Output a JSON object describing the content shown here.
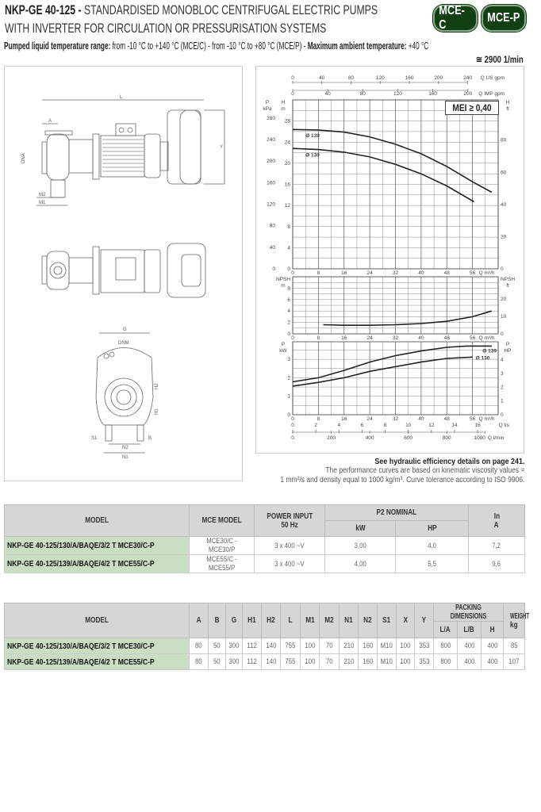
{
  "header": {
    "model_code": "NKP-GE 40-125 -",
    "title_line1": "STANDARDISED MONOBLOC CENTRIFUGAL ELECTRIC PUMPS",
    "title_line2": "WITH INVERTER FOR CIRCULATION OR PRESSURISATION SYSTEMS",
    "temp_label": "Pumped liquid temperature range:",
    "temp_text": "from -10 °C to +140 °C (MCE/C) - from -10 °C to +80 °C (MCE/P) -",
    "ambient_label": "Maximum ambient temperature:",
    "ambient_value": "+40 °C",
    "speed": "≅ 2900 1/min",
    "badges": [
      "MCE-C",
      "MCE-P"
    ],
    "badge_color": "#124012"
  },
  "drawing": {
    "labels": {
      "L": "L",
      "A": "A",
      "DNA": "DNA",
      "M2": "M2",
      "M1": "M1",
      "Y": "Y",
      "G": "G",
      "DNM": "DNM",
      "H2": "H2",
      "H1": "H1",
      "S1": "S1",
      "N2": "N2",
      "N1": "N1",
      "B": "B"
    }
  },
  "mei": "MEI ≥ 0,40",
  "notes": {
    "efficiency": "See hydraulic efficiency details on page 241.",
    "line1": "The performance curves are based on kinematic viscosity values =",
    "line2": "1 mm²/s and density equal to 1000 kg/m³. Curve tolerance according to ISO 9906."
  },
  "chart_data": {
    "type": "line",
    "x_label": "Q m³/h",
    "x_range": [
      0,
      64
    ],
    "x_ticks": [
      0,
      8,
      16,
      24,
      32,
      40,
      48,
      56
    ],
    "top_axes": [
      {
        "label": "Q US gpm",
        "factor_to_m3h": 0.2271,
        "ticks": [
          0,
          40,
          80,
          120,
          160,
          200,
          240
        ]
      },
      {
        "label": "Q IMP gpm",
        "factor_to_m3h": 0.2728,
        "ticks": [
          0,
          40,
          80,
          120,
          160,
          200
        ]
      }
    ],
    "bottom_axes": [
      {
        "label": "Q l/s",
        "factor_to_m3h": 3.6,
        "ticks": [
          0,
          2,
          4,
          6,
          8,
          10,
          12,
          14,
          16
        ]
      },
      {
        "label": "Q l/min",
        "factor_to_m3h": 0.06,
        "ticks": [
          0,
          200,
          400,
          600,
          800,
          1000
        ]
      }
    ],
    "panels": [
      {
        "id": "head",
        "ylabel": "H",
        "yunit": "m",
        "ylim": [
          0,
          32
        ],
        "yticks": [
          0,
          4,
          8,
          12,
          16,
          20,
          24,
          28
        ],
        "grid_step": 2,
        "left2_label": "P",
        "left2_unit": "kPa",
        "left2_ticks": [
          0,
          40,
          80,
          120,
          160,
          200,
          240,
          280
        ],
        "left2_factor": 0.102,
        "right_label": "H",
        "right_unit": "ft",
        "right_ticks": [
          0,
          20,
          40,
          60,
          80
        ],
        "right_factor": 0.3048,
        "series": [
          {
            "name": "Ø 139",
            "x": [
              0,
              8,
              16,
              24,
              32,
              40,
              48,
              56,
              62
            ],
            "y": [
              26.4,
              26.3,
              25.9,
              25.0,
              23.6,
              21.8,
              19.4,
              16.5,
              14.5
            ]
          },
          {
            "name": "Ø 130",
            "x": [
              0,
              8,
              16,
              24,
              32,
              40,
              48,
              56.5
            ],
            "y": [
              22.8,
              22.6,
              22.1,
              21.2,
              19.8,
              18.0,
              15.7,
              12.7
            ]
          }
        ]
      },
      {
        "id": "npsh",
        "ylabel": "NPSH",
        "yunit": "m",
        "ylim": [
          0,
          10
        ],
        "yticks": [
          0,
          2,
          4,
          6,
          8
        ],
        "grid_step": 1,
        "right_label": "NPSH",
        "right_unit": "ft",
        "right_ticks": [
          0,
          10,
          20
        ],
        "right_factor": 0.3048,
        "series": [
          {
            "name": "NPSH",
            "x": [
              9.5,
              16,
              24,
              32,
              40,
              48,
              56,
              62
            ],
            "y": [
              1.6,
              1.5,
              1.5,
              1.6,
              1.8,
              2.2,
              3.0,
              4.0
            ]
          }
        ]
      },
      {
        "id": "power",
        "ylabel": "P",
        "yunit": "kW",
        "ylim": [
          0,
          3.95
        ],
        "yticks": [
          0,
          1,
          2,
          3
        ],
        "grid_step": 0.5,
        "right_label": "P",
        "right_unit": "HP",
        "right_ticks": [
          0,
          1,
          2,
          3,
          4
        ],
        "right_factor": 0.7457,
        "series": [
          {
            "name": "Ø 139",
            "x": [
              0,
              8,
              16,
              24,
              32,
              40,
              48,
              54,
              62
            ],
            "y": [
              1.78,
              2.0,
              2.4,
              2.85,
              3.2,
              3.45,
              3.65,
              3.72,
              3.72
            ]
          },
          {
            "name": "Ø 130",
            "x": [
              0,
              8,
              16,
              24,
              32,
              40,
              48,
              56
            ],
            "y": [
              1.55,
              1.75,
              2.0,
              2.35,
              2.6,
              2.85,
              3.05,
              3.12
            ]
          }
        ]
      }
    ]
  },
  "table1": {
    "headers": {
      "model": "MODEL",
      "mce": "MCE MODEL",
      "power": "POWER INPUT",
      "power_sub": "50 Hz",
      "p2": "P2 NOMINAL",
      "kw": "kW",
      "hp": "HP",
      "in": "In",
      "in_unit": "A"
    },
    "rows": [
      {
        "model": "NKP-GE 40-125/130/A/BAQE/3/2 T MCE30/C-P",
        "mce": "MCE30/C - MCE30/P",
        "power": "3 x 400 ~V",
        "kw": "3,00",
        "hp": "4,0",
        "in": "7,2"
      },
      {
        "model": "NKP-GE 40-125/139/A/BAQE/4/2 T MCE55/C-P",
        "mce": "MCE55/C -MCE55/P",
        "power": "3 x 400 ~V",
        "kw": "4,00",
        "hp": "5,5",
        "in": "9,6"
      }
    ]
  },
  "table2": {
    "headers": {
      "model": "MODEL",
      "cols": [
        "A",
        "B",
        "G",
        "H1",
        "H2",
        "L",
        "M1",
        "M2",
        "N1",
        "N2",
        "S1",
        "X",
        "Y"
      ],
      "packing": "PACKING DIMENSIONS",
      "packing_cols": [
        "L/A",
        "L/B",
        "H"
      ],
      "weight": "WEIGHT",
      "weight_unit": "kg"
    },
    "rows": [
      {
        "model": "NKP-GE 40-125/130/A/BAQE/3/2 T MCE30/C-P",
        "values": [
          "80",
          "50",
          "300",
          "112",
          "140",
          "755",
          "100",
          "70",
          "210",
          "160",
          "M10",
          "100",
          "353",
          "800",
          "400",
          "400",
          "85"
        ]
      },
      {
        "model": "NKP-GE 40-125/139/A/BAQE/4/2 T MCE55/C-P",
        "values": [
          "80",
          "50",
          "300",
          "112",
          "140",
          "755",
          "100",
          "70",
          "210",
          "160",
          "M10",
          "100",
          "353",
          "800",
          "400",
          "400",
          "107"
        ]
      }
    ]
  }
}
